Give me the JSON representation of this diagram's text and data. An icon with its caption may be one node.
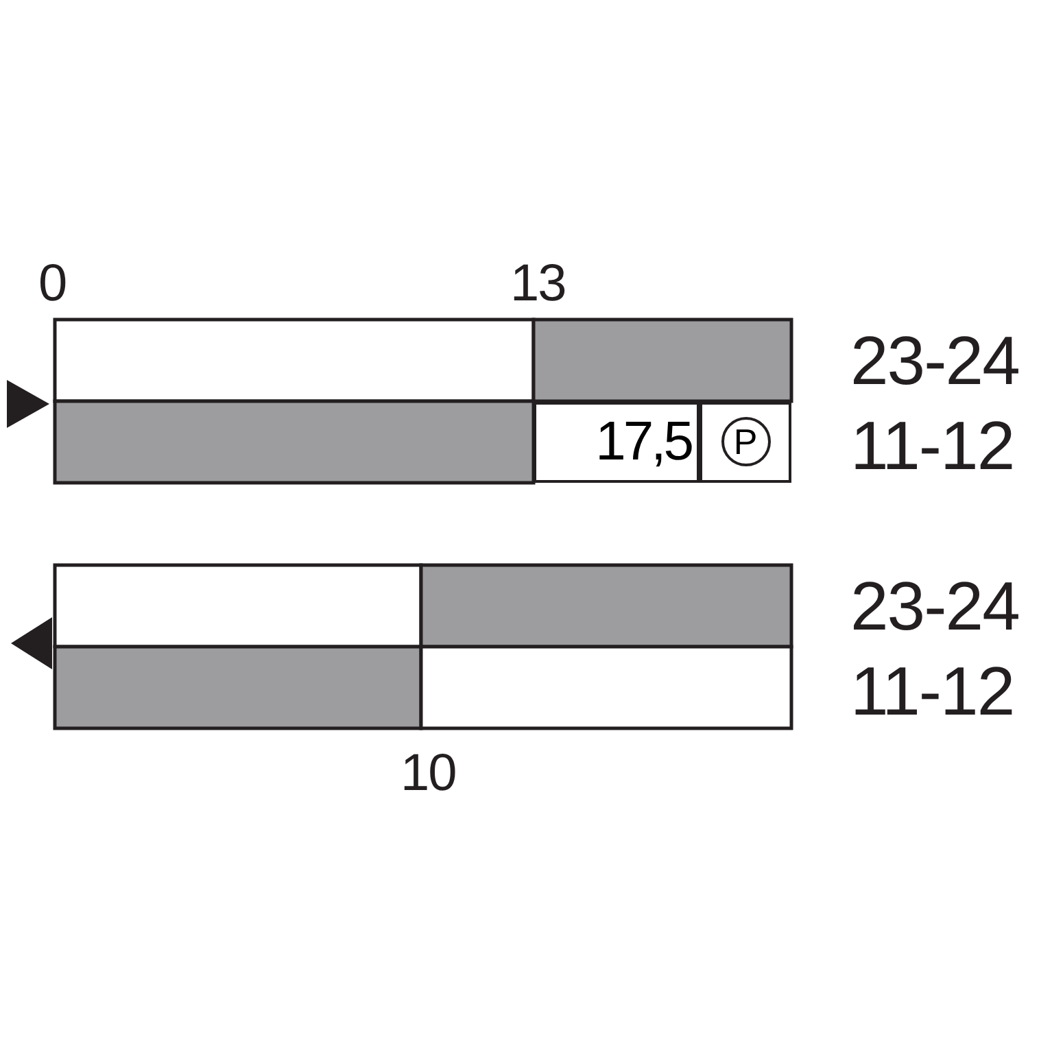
{
  "diagram": {
    "nodes": [
      {
        "text": [
          "17,5"
        ]
      },
      {
        "text": [
          "P"
        ]
      }
    ],
    "labels": [
      "0",
      "13",
      "23-24",
      "11-12",
      "23-24",
      "11-12",
      "10"
    ]
  }
}
